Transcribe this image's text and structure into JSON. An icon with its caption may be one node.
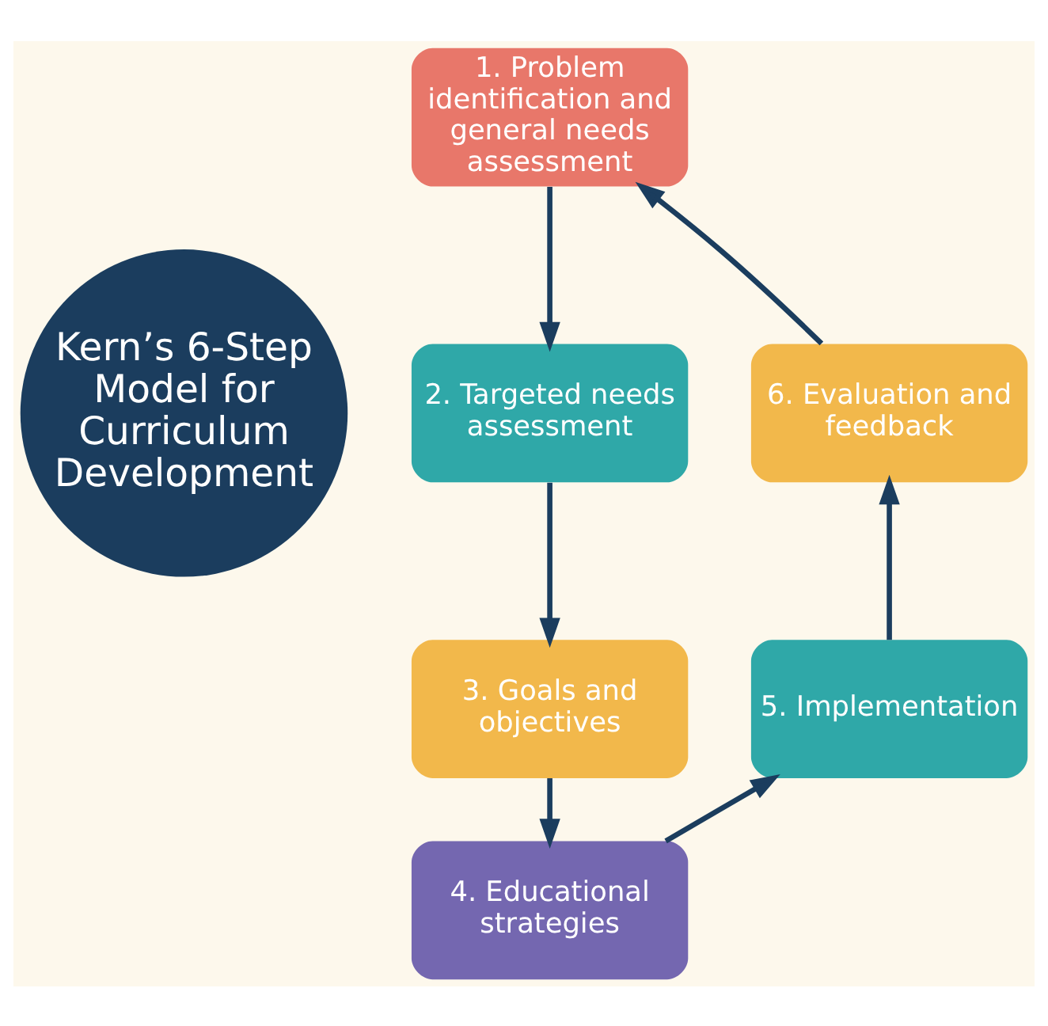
{
  "diagram": {
    "nodes": [
      {
        "text": [
          "Kern’s 6-Step Model for Curriculum Development"
        ]
      },
      {
        "text": [
          "1. Problem identification and general needs assessment"
        ]
      },
      {
        "text": [
          "2. Targeted needs assessment"
        ]
      },
      {
        "text": [
          "3. Goals and objectives"
        ]
      },
      {
        "text": [
          "4. Educational strategies"
        ]
      },
      {
        "text": [
          "5. Implementation"
        ]
      },
      {
        "text": [
          "6. Evaluation and feedback"
        ]
      }
    ],
    "edges": [
      {
        "from": 1,
        "to": 2,
        "arrow": "to"
      },
      {
        "from": 2,
        "to": 3,
        "arrow": "to"
      },
      {
        "from": 3,
        "to": 4,
        "arrow": "to"
      },
      {
        "from": 4,
        "to": 5,
        "arrow": "to"
      },
      {
        "from": 5,
        "to": 6,
        "arrow": "to"
      },
      {
        "from": 6,
        "to": 1,
        "arrow": "to"
      }
    ]
  }
}
